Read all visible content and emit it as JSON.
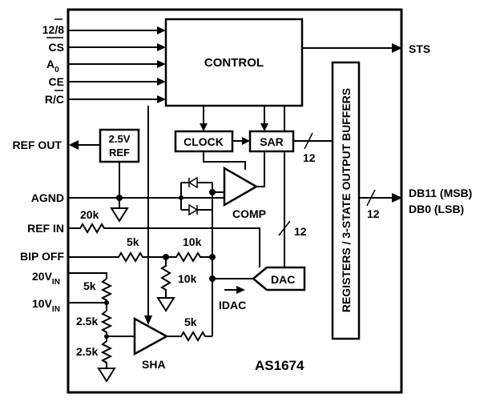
{
  "diagram": {
    "chip_name": "AS1674",
    "blocks": {
      "control": "CONTROL",
      "clock": "CLOCK",
      "sar": "SAR",
      "comp": "COMP",
      "dac": "DAC",
      "sha": "SHA",
      "ref_top": "2.5V",
      "ref_bottom": "REF",
      "registers": "REGISTERS / 3-STATE OUTPUT BUFFERS"
    },
    "pins": {
      "p12_8": "12/8",
      "cs": "CS",
      "a0": "A",
      "a0_sub": "0",
      "ce": "CE",
      "rc": "R/C",
      "ref_out": "REF OUT",
      "agnd": "AGND",
      "ref_in": "REF IN",
      "bip_off": "BIP OFF",
      "in20": "20V",
      "in10": "10V",
      "in_sub": "IN",
      "sts": "STS",
      "db11": "DB11 (MSB)",
      "db0": "DB0 (LSB)"
    },
    "resistors": {
      "r_refin": "20k",
      "r_bip": "5k",
      "r_bip2": "10k",
      "r_shunt": "10k",
      "r_div1": "5k",
      "r_div2": "2.5k",
      "r_div3": "2.5k",
      "r_sha": "5k"
    },
    "signals": {
      "idac": "IDAC",
      "bus_sar": "12",
      "bus_out": "12",
      "bus_dac": "12"
    }
  }
}
